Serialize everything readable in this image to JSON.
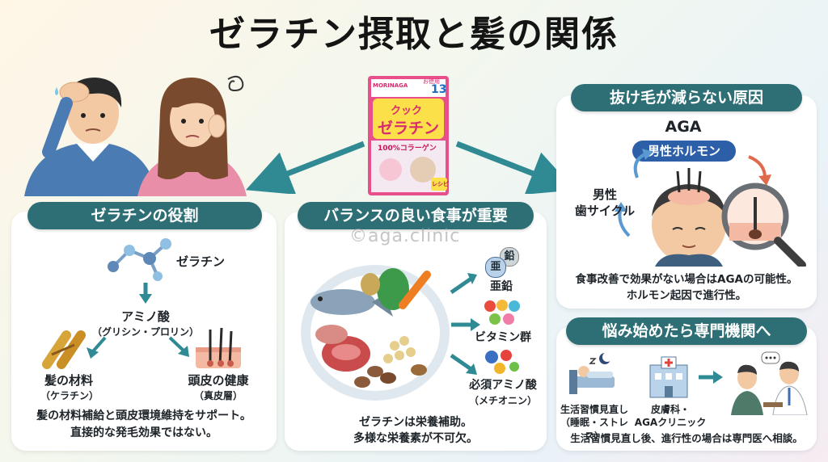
{
  "title": "ゼラチン摂取と髪の関係",
  "watermark": "©aga.clinic",
  "product": {
    "brand": "MORINAGA",
    "badge": "13",
    "badge_note": "お徳用",
    "name_top": "クック",
    "name_main": "ゼラチン",
    "sub": "100%コラーゲン",
    "recipe": "レシピ"
  },
  "role_panel": {
    "header": "ゼラチンの役割",
    "gelatin": "ゼラチン",
    "amino": "アミノ酸",
    "amino_sub": "（グリシン・プロリン）",
    "hair_material": "髪の材料",
    "hair_material_sub": "（ケラチン）",
    "scalp": "頭皮の健康",
    "scalp_sub": "（真皮層）",
    "footer_1": "髪の材料補給と頭皮環境維持をサポート。",
    "footer_2": "直接的な発毛効果ではない。"
  },
  "diet_panel": {
    "header": "バランスの良い食事が重要",
    "zinc_icon_1": "鉛",
    "zinc_icon_2": "亜",
    "zinc": "亜鉛",
    "vitamin": "ビタミン群",
    "amino": "必須アミノ酸",
    "amino_sub": "（メチオニン）",
    "footer_1": "ゼラチンは栄養補助。",
    "footer_2": "多様な栄養素が不可欠。"
  },
  "cause_panel": {
    "header": "抜け毛が減らない原因",
    "aga": "AGA",
    "hormone": "男性ホルモン",
    "cycle_1": "男性",
    "cycle_2": "歯サイクル",
    "footer_1": "食事改善で効果がない場合はAGAの可能性。",
    "footer_2": "ホルモン起因で進行性。"
  },
  "clinic_panel": {
    "header": "悩み始めたら専門機関へ",
    "lifestyle": "生活習慣見直し",
    "lifestyle_sub": "（睡眠・ストレス）",
    "clinic_1": "皮膚科・",
    "clinic_2": "AGAクリニック",
    "footer": "生活習慣見直し後、進行性の場合は専門医へ相談。"
  },
  "colors": {
    "teal": "#2e6f76",
    "hormone_blue": "#2d5fa8",
    "pink": "#e5568b"
  }
}
